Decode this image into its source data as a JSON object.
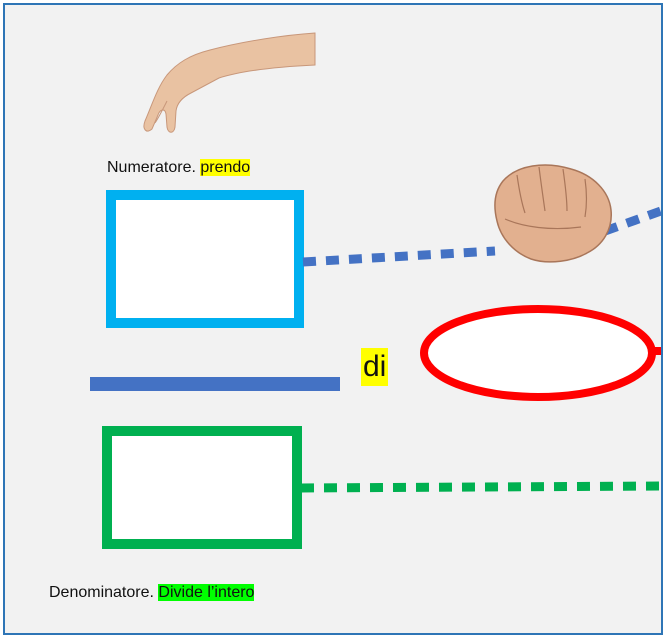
{
  "numerator": {
    "label": "Numeratore.",
    "highlight": "prendo",
    "highlight_color": "#ffff00",
    "box_color": "#00b0f0"
  },
  "connector": {
    "text": "di",
    "text_highlight_color": "#ffff00"
  },
  "whole": {
    "ellipse_color": "#ff0000"
  },
  "fraction_bar": {
    "color": "#4472c4"
  },
  "denominator": {
    "label": "Denominatore.",
    "highlight": "Divide l’intero",
    "highlight_color": "#00ff00",
    "box_color": "#00b050"
  },
  "images": {
    "top": "pinching-hand-icon",
    "right": "fist-icon"
  }
}
